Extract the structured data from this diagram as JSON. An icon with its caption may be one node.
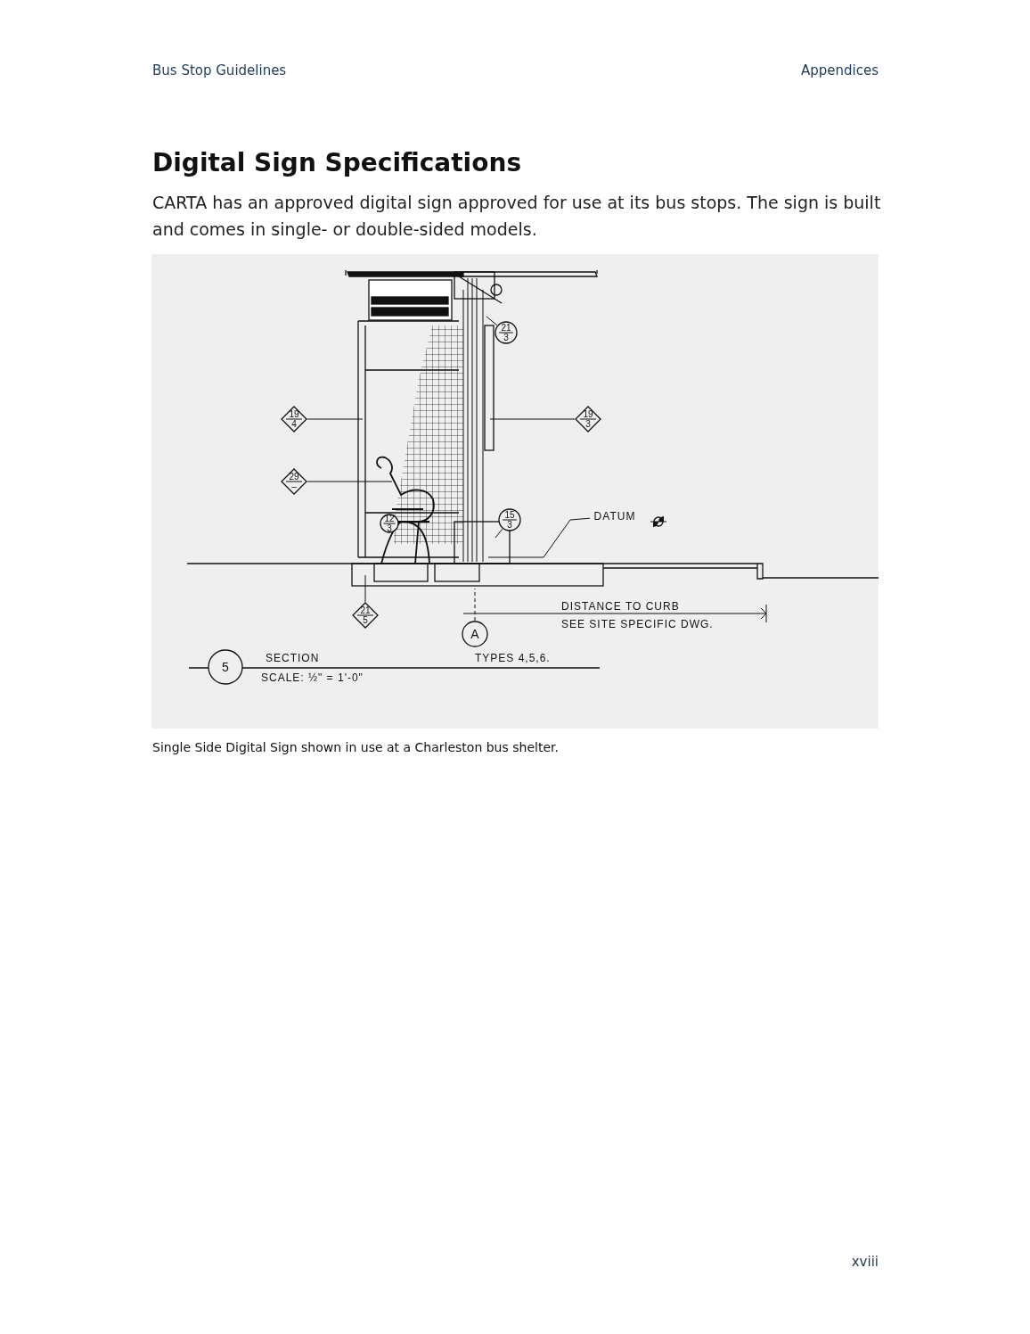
{
  "diagram": {
    "title": "Digital Sign Specifications",
    "caption": "Single Side Digital Sign shown in use at a Charleston bus shelter.",
    "nodes": [
      {
        "text": [
          "19",
          "4"
        ]
      },
      {
        "text": [
          "19",
          "3"
        ]
      },
      {
        "text": [
          "29",
          "–"
        ]
      },
      {
        "text": [
          "21",
          "3"
        ]
      },
      {
        "text": [
          "12",
          "3"
        ]
      },
      {
        "text": [
          "15",
          "3"
        ]
      },
      {
        "text": [
          "DATUM"
        ]
      },
      {
        "text": [
          "21",
          "5"
        ]
      },
      {
        "text": [
          "A"
        ]
      },
      {
        "text": [
          "5"
        ]
      }
    ],
    "edges": [
      {
        "from": 0,
        "to": null,
        "arrow": "none"
      },
      {
        "from": 1,
        "to": null,
        "arrow": "none"
      },
      {
        "from": 2,
        "to": null,
        "arrow": "none"
      },
      {
        "from": 3,
        "to": null,
        "arrow": "none"
      },
      {
        "from": 5,
        "to": null,
        "arrow": "none"
      },
      {
        "from": 6,
        "to": null,
        "arrow": "none"
      },
      {
        "from": 7,
        "to": null,
        "arrow": "none"
      },
      {
        "from": 8,
        "to": null,
        "arrow": "none",
        "style": "dashed"
      }
    ],
    "labels": [
      "Bus Stop Guidelines",
      "Appendices",
      "CARTA has an approved digital sign approved for use at its bus stops. The sign is built and comes in single- or double-sided models.",
      "DISTANCE TO CURB",
      "SEE SITE SPECIFIC DWG.",
      "SECTION",
      "SCALE: ½\" = 1'-0\"",
      "TYPES 4,5,6.",
      "xviii"
    ]
  }
}
